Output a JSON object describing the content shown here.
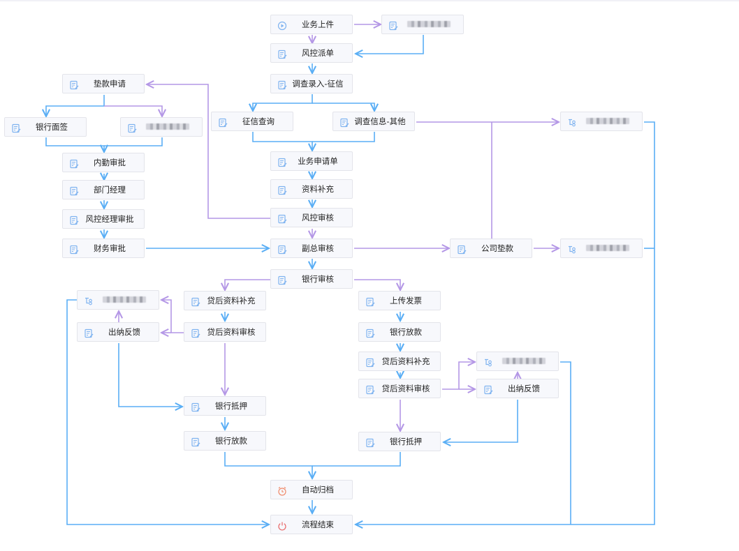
{
  "colors": {
    "blue_edge": "#5aaef5",
    "purple_edge": "#b497e6",
    "node_bg": "#f7f8fc",
    "node_border": "#e3e4ea",
    "form_icon": "#7fb3f0",
    "timer_icon": "#f08a6a",
    "end_icon": "#e86a6a"
  },
  "nodes": [
    {
      "id": "n1",
      "label": "业务上件",
      "icon": "play-circle-icon"
    },
    {
      "id": "n2",
      "label": "",
      "icon": "form-icon",
      "redacted": true
    },
    {
      "id": "n3",
      "label": "风控派单",
      "icon": "form-icon"
    },
    {
      "id": "n4",
      "label": "调查录入-征信",
      "icon": "form-icon"
    },
    {
      "id": "n5",
      "label": "征信查询",
      "icon": "form-icon"
    },
    {
      "id": "n6",
      "label": "调查信息-其他",
      "icon": "form-icon"
    },
    {
      "id": "n7",
      "label": "",
      "icon": "subprocess-icon",
      "redacted": true
    },
    {
      "id": "n8",
      "label": "垫款申请",
      "icon": "form-icon"
    },
    {
      "id": "n9",
      "label": "银行面签",
      "icon": "form-icon"
    },
    {
      "id": "n10",
      "label": "",
      "icon": "form-icon",
      "redacted": true
    },
    {
      "id": "n11",
      "label": "内勤审批",
      "icon": "form-icon"
    },
    {
      "id": "n12",
      "label": "部门经理",
      "icon": "form-icon"
    },
    {
      "id": "n13",
      "label": "风控经理审批",
      "icon": "form-icon"
    },
    {
      "id": "n14",
      "label": "财务审批",
      "icon": "form-icon"
    },
    {
      "id": "n15",
      "label": "业务申请单",
      "icon": "form-icon"
    },
    {
      "id": "n16",
      "label": "资料补充",
      "icon": "form-icon"
    },
    {
      "id": "n17",
      "label": "风控审核",
      "icon": "form-icon"
    },
    {
      "id": "n18",
      "label": "副总审核",
      "icon": "form-icon"
    },
    {
      "id": "n19",
      "label": "公司垫款",
      "icon": "form-icon"
    },
    {
      "id": "n20",
      "label": "",
      "icon": "subprocess-icon",
      "redacted": true
    },
    {
      "id": "n21",
      "label": "银行审核",
      "icon": "form-icon"
    },
    {
      "id": "n22",
      "label": "",
      "icon": "subprocess-icon",
      "redacted": true
    },
    {
      "id": "n23",
      "label": "贷后资料补充",
      "icon": "form-icon"
    },
    {
      "id": "n24",
      "label": "出纳反馈",
      "icon": "form-icon"
    },
    {
      "id": "n25",
      "label": "贷后资料审核",
      "icon": "form-icon"
    },
    {
      "id": "n26",
      "label": "上传发票",
      "icon": "form-icon"
    },
    {
      "id": "n27",
      "label": "银行放款",
      "icon": "form-icon"
    },
    {
      "id": "n28",
      "label": "贷后资料补充",
      "icon": "form-icon"
    },
    {
      "id": "n29",
      "label": "",
      "icon": "subprocess-icon",
      "redacted": true
    },
    {
      "id": "n30",
      "label": "贷后资料审核",
      "icon": "form-icon"
    },
    {
      "id": "n31",
      "label": "出纳反馈",
      "icon": "form-icon"
    },
    {
      "id": "n32",
      "label": "银行抵押",
      "icon": "form-icon"
    },
    {
      "id": "n33",
      "label": "银行放款",
      "icon": "form-icon"
    },
    {
      "id": "n34",
      "label": "银行抵押",
      "icon": "form-icon"
    },
    {
      "id": "n35",
      "label": "自动归档",
      "icon": "timer-icon"
    },
    {
      "id": "n36",
      "label": "流程结束",
      "icon": "power-icon"
    }
  ]
}
